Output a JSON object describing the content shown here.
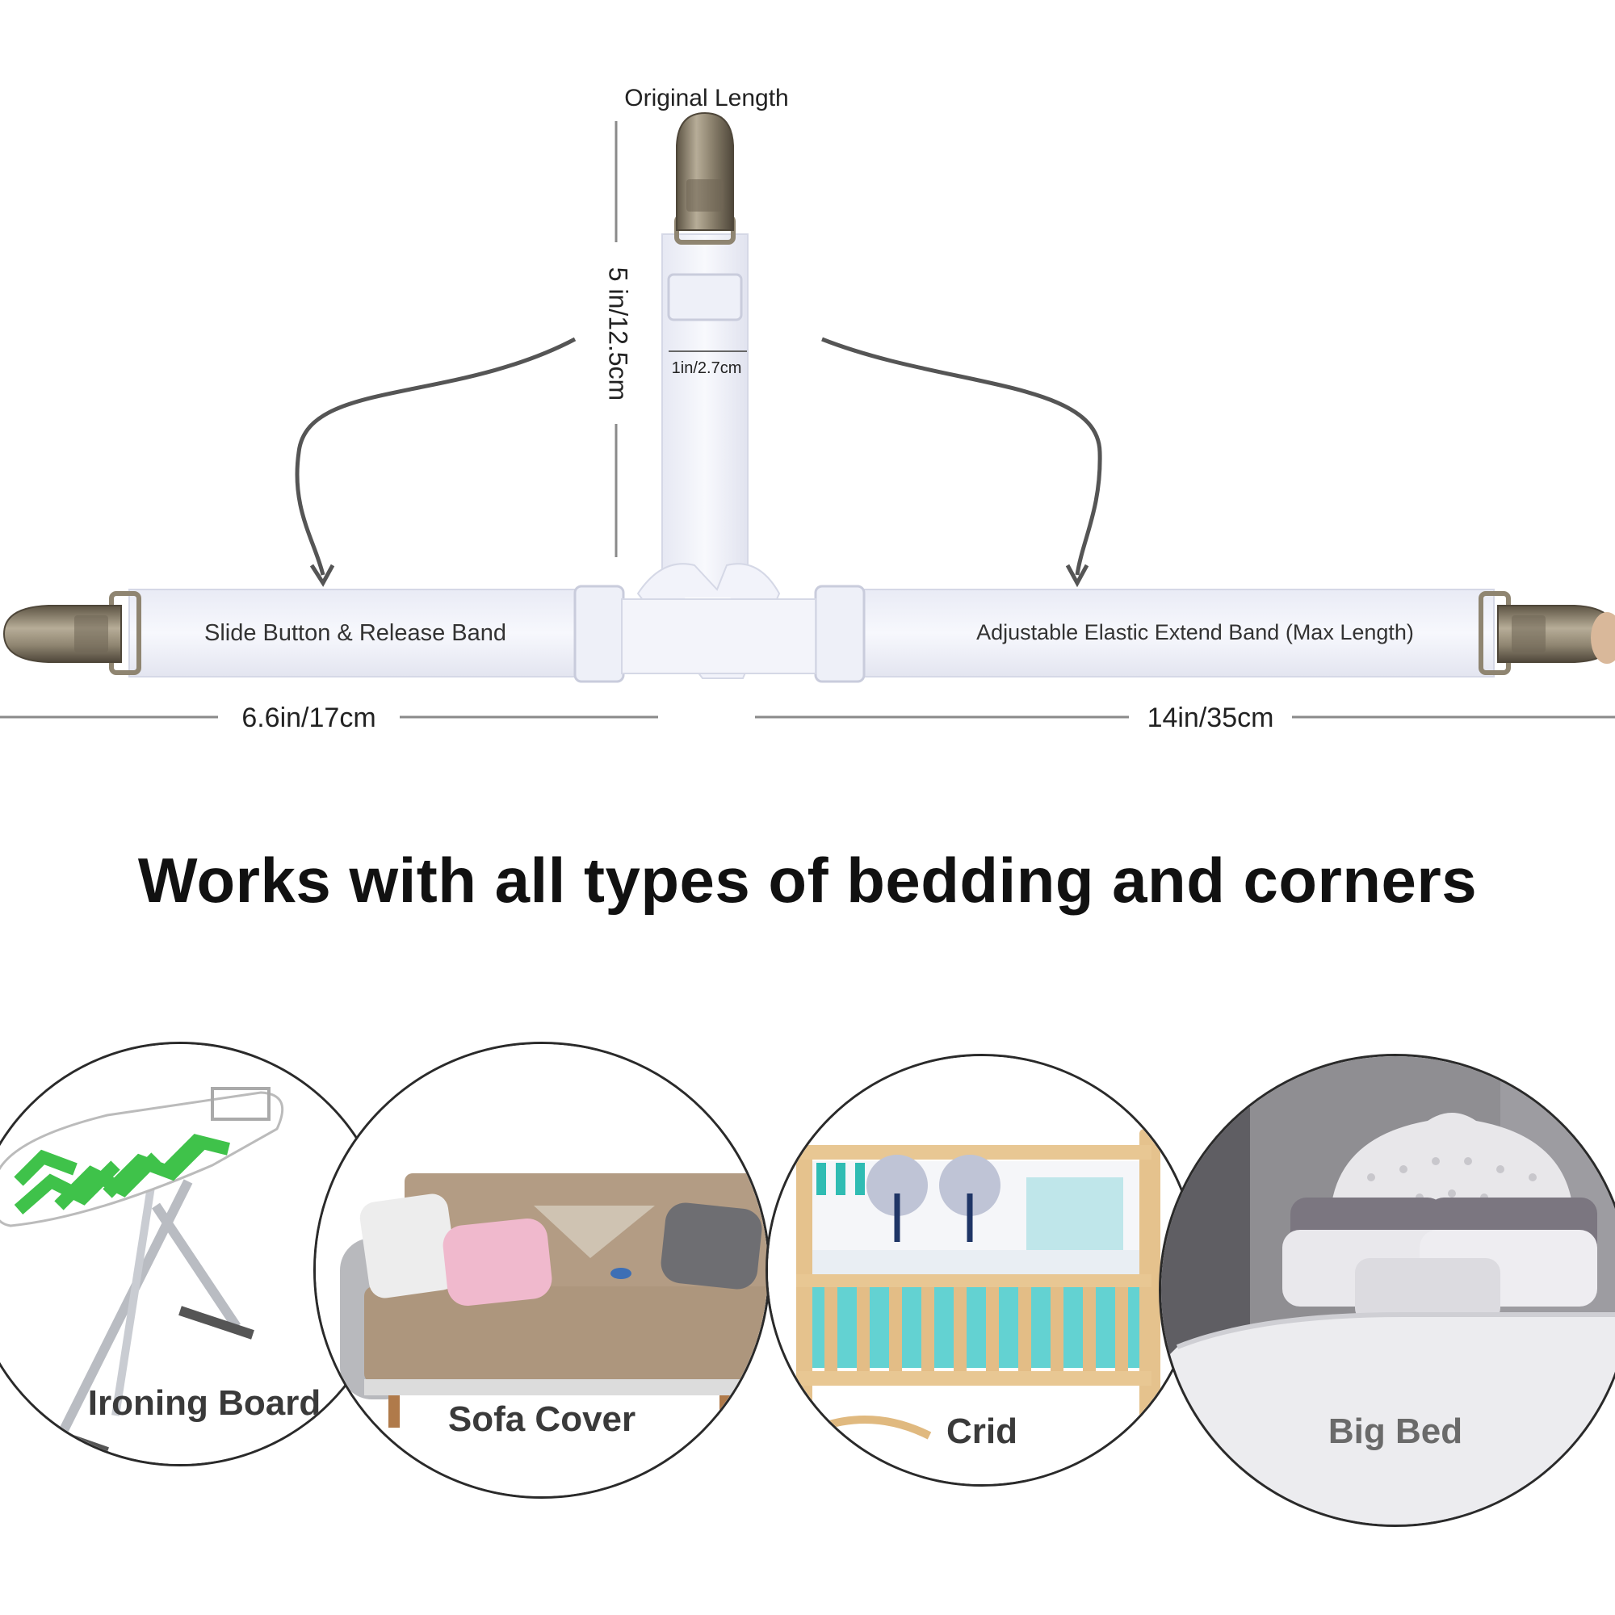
{
  "diagram": {
    "original_length_label": "Original Length",
    "vertical_length_label": "5 in/12.5cm",
    "width_label": "1in/2.7cm",
    "left_band_label": "Slide Button & Release Band",
    "right_band_label": "Adjustable Elastic Extend Band (Max Length)",
    "left_length_label": "6.6in/17cm",
    "right_length_label": "14in/35cm"
  },
  "headline": "Works with all types of bedding and corners",
  "uses": [
    {
      "label": "Ironing Board"
    },
    {
      "label": "Sofa Cover"
    },
    {
      "label": "Crid"
    },
    {
      "label": "Big Bed"
    }
  ],
  "colors": {
    "band": "#f4f5fb",
    "clip_metal": "#8f8571",
    "dimension_line": "#8a8a8a",
    "arrow": "#555555",
    "circle_border": "#2a2a2a"
  }
}
